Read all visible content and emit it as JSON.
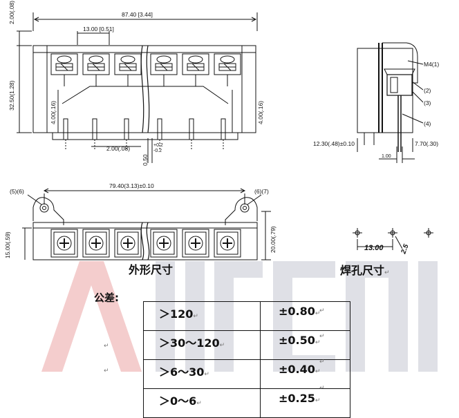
{
  "top_dims": {
    "overall_width": "87.40 [3.44]",
    "pitch": "13.00 [0.51]",
    "top_offset": "2.00(.08)",
    "height": "32.50(1.28)",
    "inner_left": "4.00(.16)",
    "inner_right": "4.00(.16)",
    "pin_pitch": "2.00(.08)",
    "pin_width": "0.50"
  },
  "side_dims": {
    "callouts": [
      "M4(1)",
      "(2)",
      "(3)",
      "(4)"
    ],
    "left_width": "12.30(.48)±0.10",
    "right_width": "7.70(.30)",
    "bottom_small": "1.00"
  },
  "bottom_dims": {
    "left_callout": "(5)(6)",
    "right_callout": "(6)(7)",
    "mount_width": "79.40(3.13)±0.10",
    "left_height": "15.00(.59)",
    "right_height": "20.00(.79)"
  },
  "hole_dims": {
    "pitch": "13.00",
    "diameter": "2.5"
  },
  "headings": {
    "outline": "外形尺寸",
    "holes": "焊孔尺寸"
  },
  "tolerance": {
    "label": "公差:",
    "rows": [
      {
        "range": "＞120",
        "value": "±0.80"
      },
      {
        "range": "＞30～120",
        "value": "±0.50"
      },
      {
        "range": "＞6～30",
        "value": "±0.40"
      },
      {
        "range": "＞0～6",
        "value": "±0.25"
      }
    ]
  },
  "marks": {
    "return": "↵",
    "enter": "↵"
  },
  "watermark_colors": {
    "left": "#f3c8c8",
    "right": "#d9d9e0"
  }
}
